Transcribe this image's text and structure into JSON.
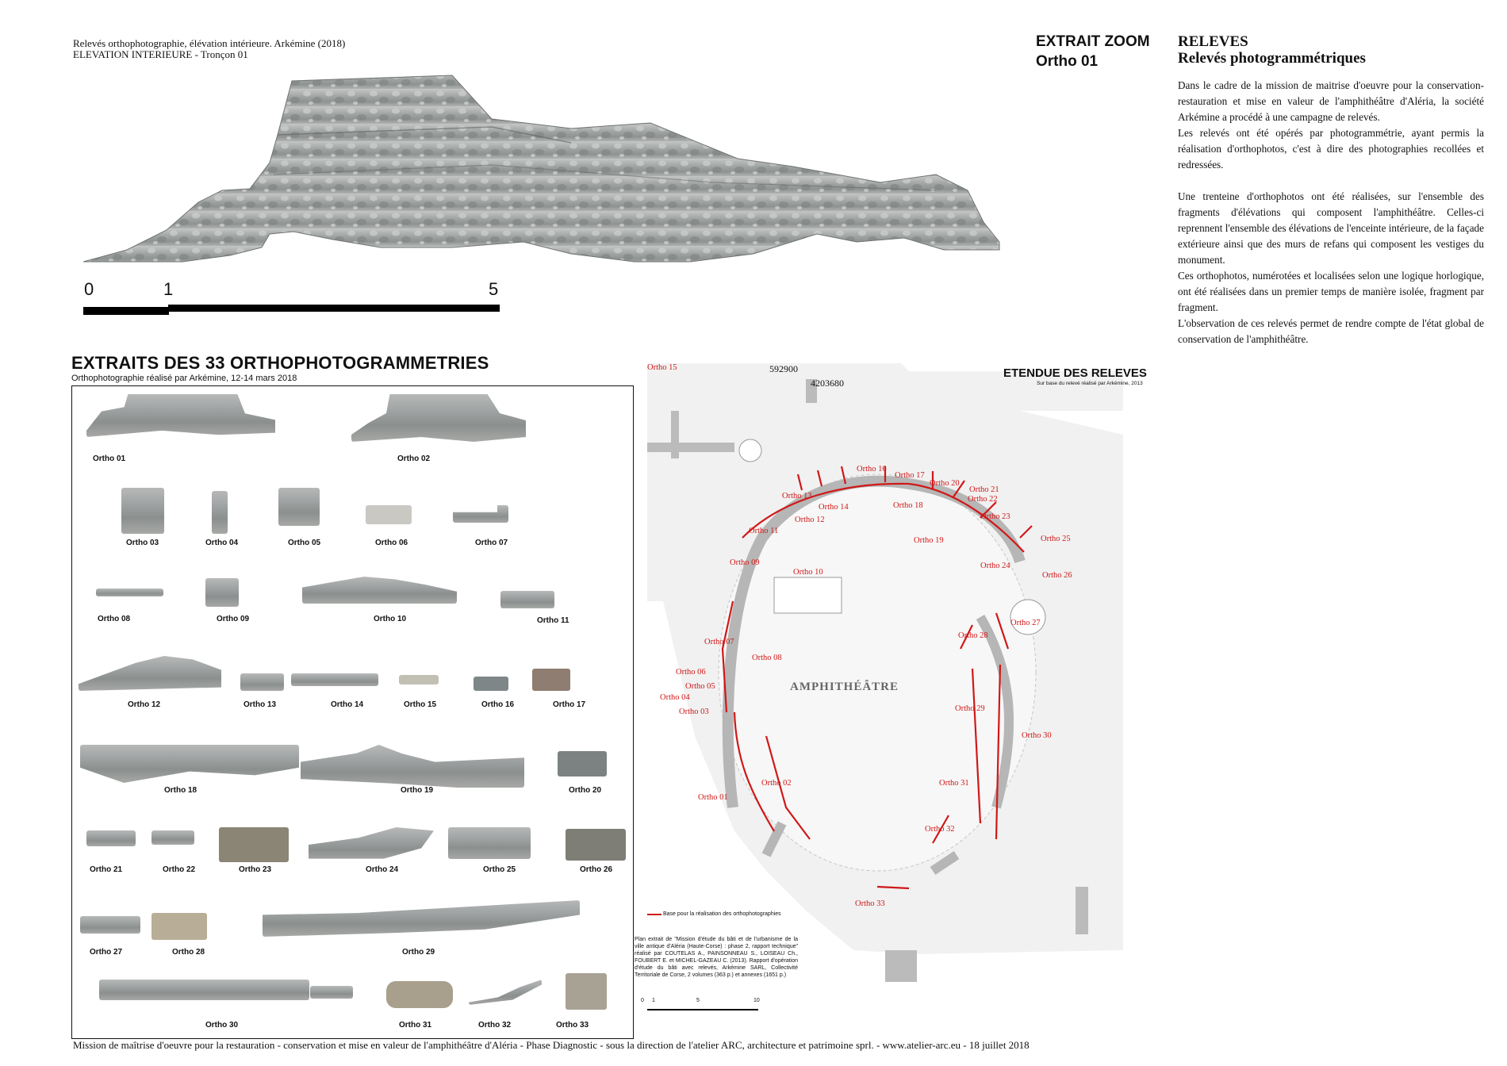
{
  "header": {
    "line1": "Relevés orthophotographie, élévation intérieure. Arkémine (2018)",
    "line2": "ELEVATION INTERIEURE - Tronçon 01"
  },
  "zoom": {
    "title1": "EXTRAIT ZOOM",
    "title2": "Ortho 01"
  },
  "releves": {
    "title": "RELEVES",
    "subtitle": "Relevés photogrammétriques",
    "p1": "Dans le cadre de la mission de maitrise d'oeuvre pour la conservation-restauration et mise en valeur de l'amphithéâtre d'Aléria, la société Arkémine a procédé à une campagne de relevés.",
    "p2": "Les relevés ont été opérés par photogrammétrie, ayant permis la réalisation d'orthophotos, c'est à dire des photographies recollées et redressées.",
    "p3": "Une trenteine d'orthophotos ont été réalisées, sur l'ensemble des fragments d'élévations qui composent l'amphithéâtre. Celles-ci reprennent l'ensemble des élévations de l'enceinte intérieure, de la façade extérieure ainsi que des murs de refans qui composent les vestiges du monument.",
    "p4": "Ces orthophotos, numérotées et localisées selon une logique horlogique, ont été réalisées dans un premier temps de manière isolée, fragment par fragment.",
    "p5": "L'observation de ces relevés permet de rendre compte de l'état global de conservation de l'amphithéâtre."
  },
  "scale": {
    "l0": "0",
    "l1": "1",
    "l5": "5"
  },
  "extraits": {
    "title": "EXTRAITS DES 33 ORTHOPHOTOGRAMMETRIES",
    "subtitle": "Orthophotographie réalisé par Arkémine, 12-14 mars 2018"
  },
  "orthos": [
    "Ortho 01",
    "Ortho 02",
    "Ortho 03",
    "Ortho 04",
    "Ortho 05",
    "Ortho 06",
    "Ortho 07",
    "Ortho 08",
    "Ortho 09",
    "Ortho 10",
    "Ortho 11",
    "Ortho 12",
    "Ortho 13",
    "Ortho 14",
    "Ortho 15",
    "Ortho 16",
    "Ortho 17",
    "Ortho 18",
    "Ortho 19",
    "Ortho 20",
    "Ortho 21",
    "Ortho 22",
    "Ortho 23",
    "Ortho 24",
    "Ortho 25",
    "Ortho 26",
    "Ortho 27",
    "Ortho 28",
    "Ortho 29",
    "Ortho 30",
    "Ortho 31",
    "Ortho 32",
    "Ortho 33"
  ],
  "map": {
    "title": "ETENDUE DES RELEVES",
    "subtitle": "Sur base du relevé réalisé par Arkémine, 2013",
    "coord_x": "592900",
    "coord_y": "4203680",
    "center_label": "AMPHITHÉÂTRE",
    "legend": "Base pour la réalisation des orthophotographies",
    "source": "Plan extrait de \"Mission d'étude du bâti et de l'urbanisme de la ville antique d'Aléria (Haute-Corse) : phase 2, rapport technique\" réalisé par COUTELAS A., PAINSONNEAU S., LOISEAU Ch., FOUBERT E. et MICHEL-GAZEAU C. (2013). Rapport d'opération d'étude du bâti avec relevés, Arkémine SARL, Collectivité Territoriale de Corse, 2 volumes (363 p.) et annexes (1651 p.)",
    "scale_0": "0",
    "scale_1": "1",
    "scale_5": "5",
    "scale_10": "10"
  },
  "footer": "Mission de maîtrise d'oeuvre pour la restauration - conservation et mise en valeur de l'amphithéâtre d'Aléria - Phase Diagnostic - sous la direction de l'atelier ARC, architecture et patrimoine sprl. - www.atelier-arc.eu - 18 juillet 2018",
  "colors": {
    "accent_red": "#d01818",
    "stone": "#9fa3a3"
  }
}
